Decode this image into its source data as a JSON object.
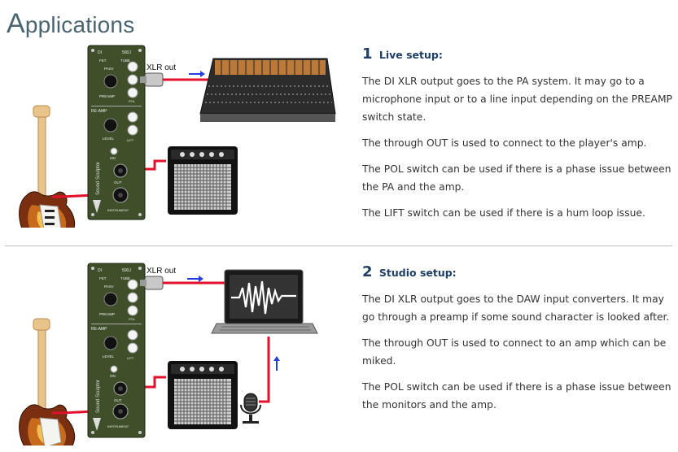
{
  "page": {
    "title_first": "A",
    "title_rest": "pplications"
  },
  "colors": {
    "cable": "#e3112c",
    "arrow": "#2440d8",
    "module": "#3f4f2a",
    "heading": "#1f3f66"
  },
  "diagram_labels": {
    "xlr_out": "XLR out",
    "di": "DI",
    "model": "500J",
    "fet": "FET",
    "tube": "TUBE",
    "pasv": "PASV",
    "preamp": "PREAMP",
    "pol": "POL",
    "reamp": "RE-AMP",
    "on": "ON",
    "lift": "LIFT",
    "level": "LEVEL",
    "out": "OUT",
    "instrument": "INSTRUMENT",
    "brand": "Sound Sculptor"
  },
  "sections": [
    {
      "number": "1",
      "heading": "Live setup:",
      "paragraphs": [
        "The DI XLR output goes to the PA system. It may go to a microphone input or to a line input depending on the PREAMP switch state.",
        "The through OUT is used to connect to the player's amp.",
        "The POL switch can be used if there is a phase issue between the PA and the amp.",
        "The LIFT switch can be used if there is a hum loop issue."
      ]
    },
    {
      "number": "2",
      "heading": "Studio setup:",
      "paragraphs": [
        "The DI XLR output goes to the DAW input converters. It may go through a preamp if some sound character is looked after.",
        "The through OUT is used to connect to an amp which can be miked.",
        "The POL switch can be used if there is a phase issue between the monitors and the amp."
      ]
    }
  ]
}
